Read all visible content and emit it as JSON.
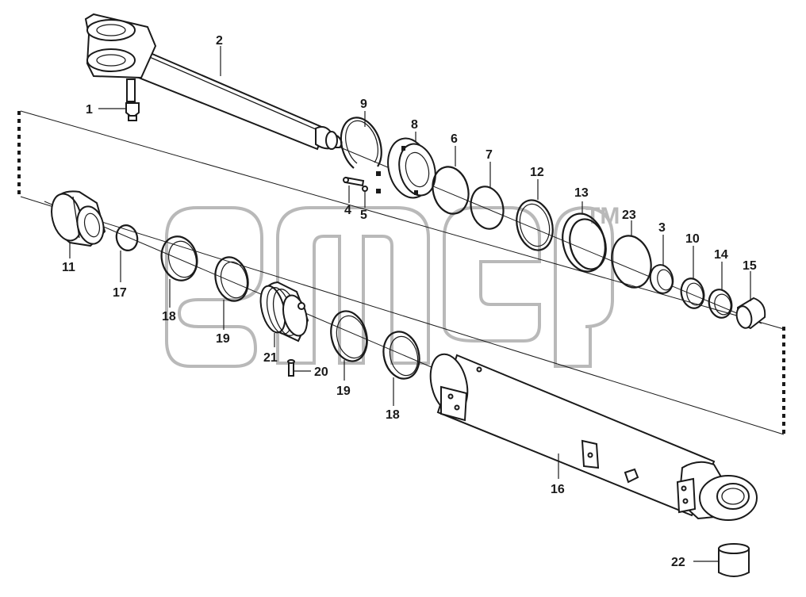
{
  "watermark": {
    "trademark": "TM"
  },
  "parts": [
    {
      "id": "1",
      "label": "1"
    },
    {
      "id": "2",
      "label": "2"
    },
    {
      "id": "3",
      "label": "3"
    },
    {
      "id": "4",
      "label": "4"
    },
    {
      "id": "5",
      "label": "5"
    },
    {
      "id": "6",
      "label": "6"
    },
    {
      "id": "7",
      "label": "7"
    },
    {
      "id": "8",
      "label": "8"
    },
    {
      "id": "9",
      "label": "9"
    },
    {
      "id": "10",
      "label": "10"
    },
    {
      "id": "11",
      "label": "11"
    },
    {
      "id": "12",
      "label": "12"
    },
    {
      "id": "13",
      "label": "13"
    },
    {
      "id": "14",
      "label": "14"
    },
    {
      "id": "15",
      "label": "15"
    },
    {
      "id": "16",
      "label": "16"
    },
    {
      "id": "17",
      "label": "17"
    },
    {
      "id": "18a",
      "label": "18"
    },
    {
      "id": "18b",
      "label": "18"
    },
    {
      "id": "19a",
      "label": "19"
    },
    {
      "id": "19b",
      "label": "19"
    },
    {
      "id": "20",
      "label": "20"
    },
    {
      "id": "21",
      "label": "21"
    },
    {
      "id": "22",
      "label": "22"
    },
    {
      "id": "23",
      "label": "23"
    }
  ]
}
